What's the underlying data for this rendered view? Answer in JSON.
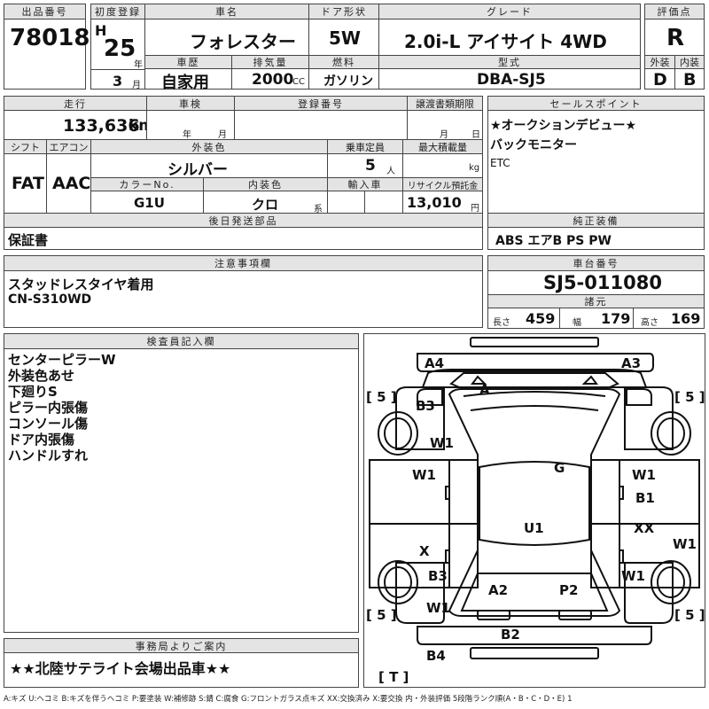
{
  "header": {
    "lot_label": "出品番号",
    "lot_number": "78018",
    "first_reg_label": "初度登録",
    "era": "H",
    "year": "25",
    "year_unit": "年",
    "month": "3",
    "month_unit": "月",
    "car_name_label": "車名",
    "car_name": "フォレスター",
    "door_label": "ドア形状",
    "door": "5W",
    "grade_label": "グレード",
    "grade": "2.0i-L アイサイト 4WD",
    "score_label": "評価点",
    "score": "R",
    "history_label": "車歴",
    "history": "自家用",
    "displacement_label": "排気量",
    "displacement": "2000",
    "displacement_unit": "CC",
    "fuel_label": "燃料",
    "fuel": "ガソリン",
    "model_code_label": "型式",
    "model_code": "DBA-SJ5",
    "exterior_label": "外装",
    "exterior": "D",
    "interior_label": "内装",
    "interior": "B"
  },
  "row2": {
    "mileage_label": "走行",
    "mileage": "133,636",
    "mileage_unit": "km",
    "inspection_label": "車検",
    "inspection_year_unit": "年",
    "inspection_month_unit": "月",
    "reg_no_label": "登録番号",
    "transfer_label": "譲渡書類期限",
    "transfer_month_unit": "月",
    "transfer_day_unit": "日",
    "sales_label": "セールスポイント",
    "sales_points": [
      "★オークションデビュー★",
      "バックモニター",
      "ETC"
    ],
    "shift_label": "シフト",
    "shift": "FAT",
    "ac_label": "エアコン",
    "ac": "AAC",
    "color_label": "外装色",
    "color": "シルバー",
    "capacity_label": "乗車定員",
    "capacity": "5",
    "capacity_unit": "人",
    "max_load_label": "最大積載量",
    "max_load_unit": "kg",
    "color_no_label": "カラーNo.",
    "color_no": "G1U",
    "interior_color_label": "内装色",
    "interior_color": "クロ",
    "interior_color_unit": "系",
    "import_label": "輸入車",
    "recycle_label": "リサイクル預託金",
    "recycle": "13,010",
    "recycle_unit": "円",
    "later_parts_label": "後日発送部品",
    "later_parts": "保証書",
    "equipment_label": "純正装備",
    "equipment": "ABS エアB PS PW"
  },
  "notes": {
    "label": "注意事項欄",
    "lines": [
      "スタッドレスタイヤ着用",
      "CN-S310WD"
    ],
    "chassis_label": "車台番号",
    "chassis": "SJ5-011080",
    "spec_label": "諸元",
    "length_label": "長さ",
    "length": "459",
    "width_label": "幅",
    "width": "179",
    "height_label": "高さ",
    "height": "169"
  },
  "inspector": {
    "label": "検査員記入欄",
    "lines": [
      "センターピラーW",
      "外装色あせ",
      "下廻りS",
      "ピラー内張傷",
      "コンソール傷",
      "ドア内張傷",
      "ハンドルすれ"
    ]
  },
  "diagram": {
    "marks": {
      "a4": "A4",
      "a3": "A3",
      "a": "A",
      "b3_tl": "B3",
      "w1_tl": "W1",
      "g": "G",
      "w1_l": "W1",
      "w1_r": "W1",
      "b1": "B1",
      "u1": "U1",
      "xx": "XX",
      "x": "X",
      "w1_rr": "W1",
      "b3_bl": "B3",
      "w1_br": "W1",
      "a2": "A2",
      "p2": "P2",
      "w1_bl": "W1",
      "b2": "B2",
      "b4": "B4"
    },
    "tire_tl": "[ 5 ]",
    "tire_tr": "[ 5 ]",
    "tire_bl": "[ 5 ]",
    "tire_br": "[ 5 ]",
    "spare": "[ T ]"
  },
  "office": {
    "label": "事務局よりご案内",
    "text": "★★北陸サテライト会場出品車★★"
  },
  "legend": "A:キズ U:ヘコミ B:キズを伴うヘコミ P:要塗装 W:補修跡 S:錆 C:腐食 G:フロントガラス点キズ XX:交換済み X:要交換 内・外装評価 5段階ランク順(A・B・C・D・E) 1"
}
